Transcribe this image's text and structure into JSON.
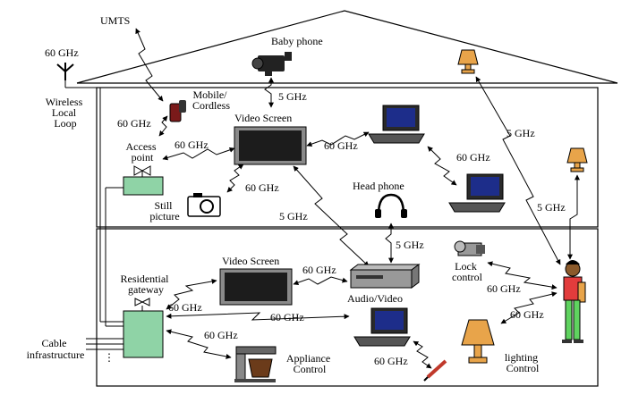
{
  "labels": {
    "umts": "UMTS",
    "antenna_freq": "60 GHz",
    "wireless_local_loop": [
      "Wireless",
      "Local",
      "Loop"
    ],
    "baby_phone": "Baby phone",
    "baby_phone_freq": "5 GHz",
    "mobile_cordless": [
      "Mobile/",
      "Cordless"
    ],
    "mobile_freq": "60 GHz",
    "video_screen_upper": "Video Screen",
    "access_point": [
      "Access",
      "point"
    ],
    "ap_to_screen_freq": "60 GHz",
    "screen_to_laptop_freq": "60 GHz",
    "laptop_link_freq": "60 GHz",
    "camera_link_freq": "60 GHz",
    "still_picture": [
      "Still",
      "picture"
    ],
    "head_phone": "Head phone",
    "headphone_freq": "5 GHz",
    "screen_to_av_freq": "5 GHz",
    "lamp_top_freq": "5 GHz",
    "lamp_right_freq": "5 GHz",
    "video_screen_lower": "Video Screen",
    "screen_to_av_lower_freq": "60 GHz",
    "residential_gateway": [
      "Residential",
      "gateway"
    ],
    "gw_to_screen_freq": "60 GHz",
    "gw_to_laptop_freq": "60 GHz",
    "gw_to_appliance_freq": "60 GHz",
    "audio_video": "Audio/Video",
    "appliance_control": [
      "Appliance",
      "Control"
    ],
    "laptop_pen_freq": "60 GHz",
    "lock_control": [
      "Lock",
      "control"
    ],
    "lock_freq": "60 GHz",
    "lighting_freq": "60 GHz",
    "lighting_control": [
      "lighting",
      "Control"
    ],
    "cable_infrastructure": [
      "Cable",
      "infrastructure"
    ],
    "ellipsis": "⋮"
  },
  "colors": {
    "background": "#ffffff",
    "gateway_fill": "#8fd3a6",
    "screen_fill": "#1c1c1c",
    "lamp_fill": "#e8a44a",
    "person_shirt": "#e23c3c",
    "person_legs": "#5fd35f",
    "person_skin": "#8b5a2b"
  },
  "icons": {
    "antenna": "antenna-icon",
    "baby_phone": "camcorder-icon",
    "mobile": "mobile-phone-icon",
    "screen": "video-screen-icon",
    "laptop": "laptop-icon",
    "camera": "camera-icon",
    "headphone": "headphone-icon",
    "lamp": "lamp-icon",
    "vcr": "audio-video-icon",
    "coffee": "coffee-maker-icon",
    "lock": "lock-icon",
    "person": "person-icon",
    "pen": "pen-icon"
  }
}
